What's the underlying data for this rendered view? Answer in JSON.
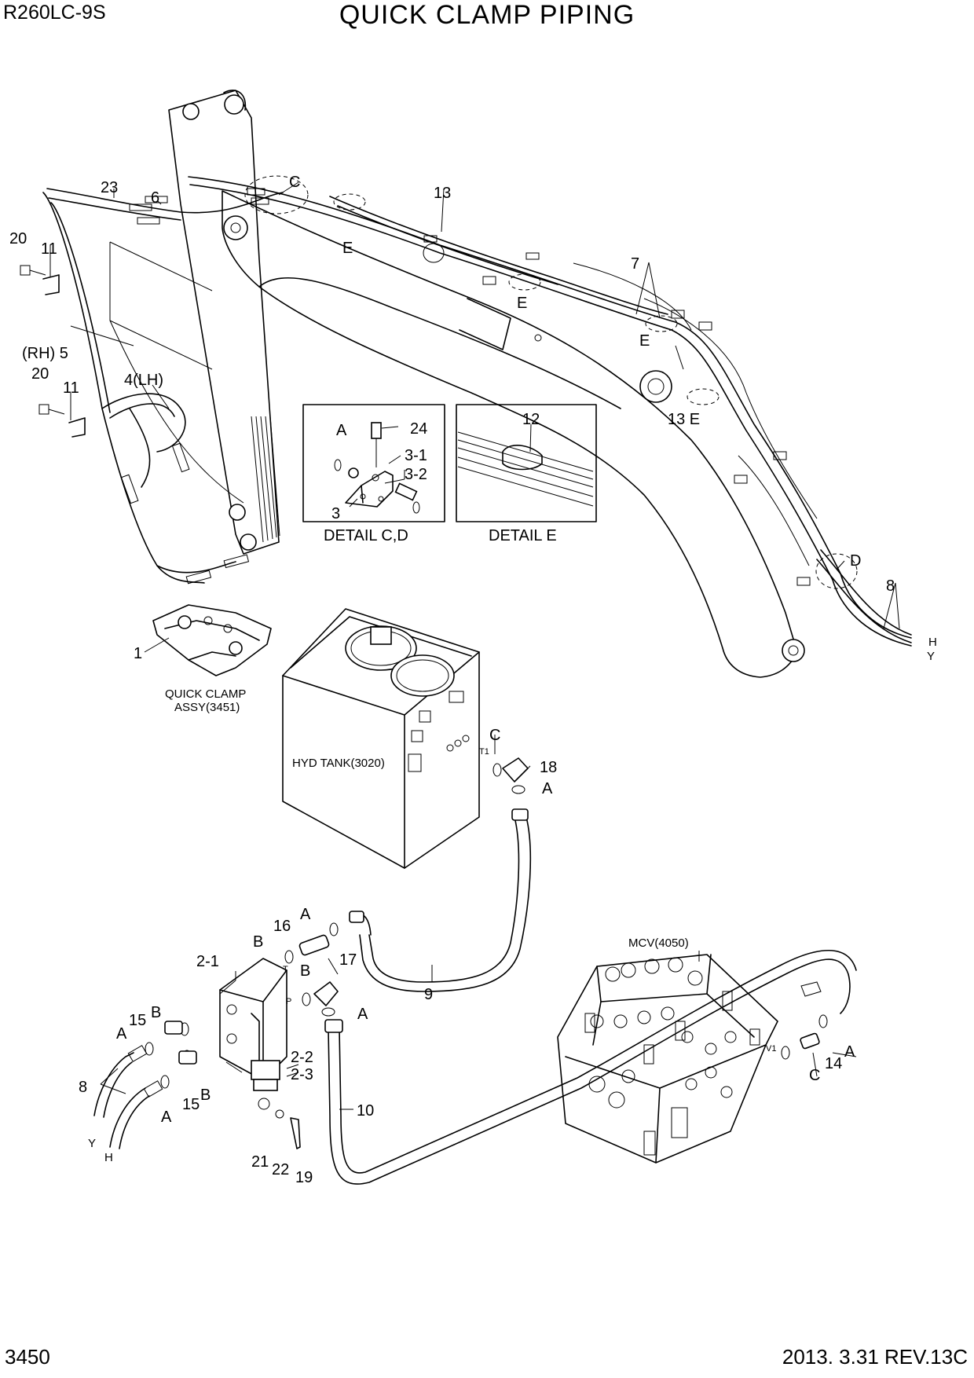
{
  "header": {
    "model": "R260LC-9S",
    "title": "QUICK CLAMP PIPING"
  },
  "footer": {
    "page": "3450",
    "revision": "2013. 3.31  REV.13C"
  },
  "assemblies": {
    "quick_clamp_line1": "QUICK CLAMP",
    "quick_clamp_line2": "ASSY(3451)",
    "hyd_tank": "HYD TANK(3020)",
    "mcv": "MCV(4050)"
  },
  "details": {
    "cd": "DETAIL  C,D",
    "e": "DETAIL  E"
  },
  "callouts": {
    "p1": "1",
    "p2_1": "2-1",
    "p2_2": "2-2",
    "p2_3": "2-3",
    "p3": "3",
    "p3_1": "3-1",
    "p3_2": "3-2",
    "p4": "4(LH)",
    "p5": "(RH) 5",
    "p6": "6",
    "p7": "7",
    "p8": "8",
    "p9": "9",
    "p10": "10",
    "p11": "11",
    "p12": "12",
    "p13": "13",
    "p14": "14",
    "p15": "15",
    "p16": "16",
    "p17": "17",
    "p18": "18",
    "p19": "19",
    "p20": "20",
    "p21": "21",
    "p22": "22",
    "p23": "23",
    "p24": "24",
    "A": "A",
    "B": "B",
    "C": "C",
    "D": "D",
    "E": "E",
    "H": "H",
    "Y": "Y",
    "T": "T",
    "P": "P",
    "T1": "T1",
    "V1": "V1",
    "p13E": "13 E"
  }
}
